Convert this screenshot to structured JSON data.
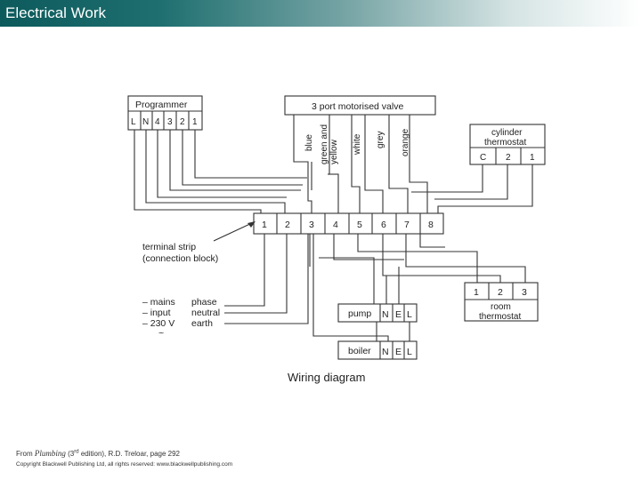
{
  "header": {
    "title": "Electrical Work"
  },
  "diagram": {
    "programmer": {
      "title": "Programmer",
      "terminals": [
        "L",
        "N",
        "4",
        "3",
        "2",
        "1"
      ]
    },
    "valve": {
      "title": "3 port motorised valve",
      "wires": [
        "blue",
        "green and",
        "yellow",
        "white",
        "grey",
        "orange"
      ]
    },
    "cylinder_thermostat": {
      "title_line1": "cylinder",
      "title_line2": "thermostat",
      "terminals": [
        "C",
        "2",
        "1"
      ]
    },
    "terminal_strip": {
      "numbers": [
        "1",
        "2",
        "3",
        "4",
        "5",
        "6",
        "7",
        "8"
      ],
      "label_line1": "terminal strip",
      "label_line2": "(connection block)"
    },
    "mains": {
      "left": [
        "– mains",
        "– input",
        "– 230 V",
        "~"
      ],
      "right": [
        "phase",
        "neutral",
        "earth"
      ]
    },
    "room_thermostat": {
      "terminals": [
        "1",
        "2",
        "3"
      ],
      "title_line1": "room",
      "title_line2": "thermostat"
    },
    "pump": {
      "label": "pump",
      "terminals": [
        "N",
        "E",
        "L"
      ]
    },
    "boiler": {
      "label": "boiler",
      "terminals": [
        "N",
        "E",
        "L"
      ]
    },
    "caption": "Wiring diagram"
  },
  "footer": {
    "source_prefix": "From ",
    "source_title": "Plumbing",
    "source_edition_num": "(3",
    "source_edition_sup": "rd",
    "source_rest": " edition), R.D. Treloar, page 292",
    "copyright": "Copyright Blackwell Publishing Ltd, all rights reserved: www.blackwellpublishing.com"
  }
}
